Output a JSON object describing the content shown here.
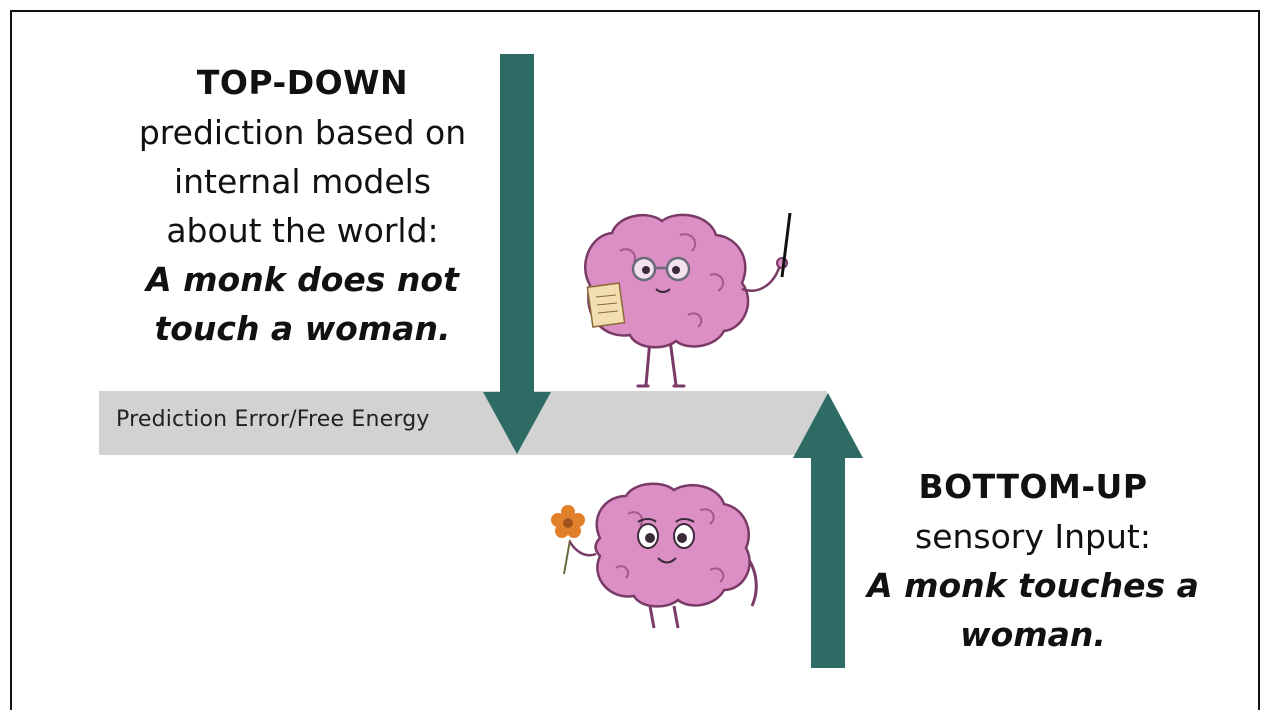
{
  "band": {
    "label": "Prediction Error/Free Energy"
  },
  "top_down": {
    "heading": "TOP-DOWN",
    "lines": [
      "prediction based on",
      "internal models",
      "about the world:"
    ],
    "example": [
      "A monk does not",
      "touch a woman."
    ]
  },
  "bottom_up": {
    "heading": "BOTTOM-UP",
    "lines": [
      "sensory Input:"
    ],
    "example": [
      "A monk touches a",
      "woman."
    ]
  },
  "colors": {
    "arrow": "#2e6b65",
    "band": "#d2d2d2",
    "brain": "#dc8fc4",
    "brain_outline": "#7a3a66",
    "flower": "#e27f2a"
  },
  "icons": {
    "teacher_brain": "brain-teacher-icon",
    "flower_brain": "brain-flower-icon"
  }
}
